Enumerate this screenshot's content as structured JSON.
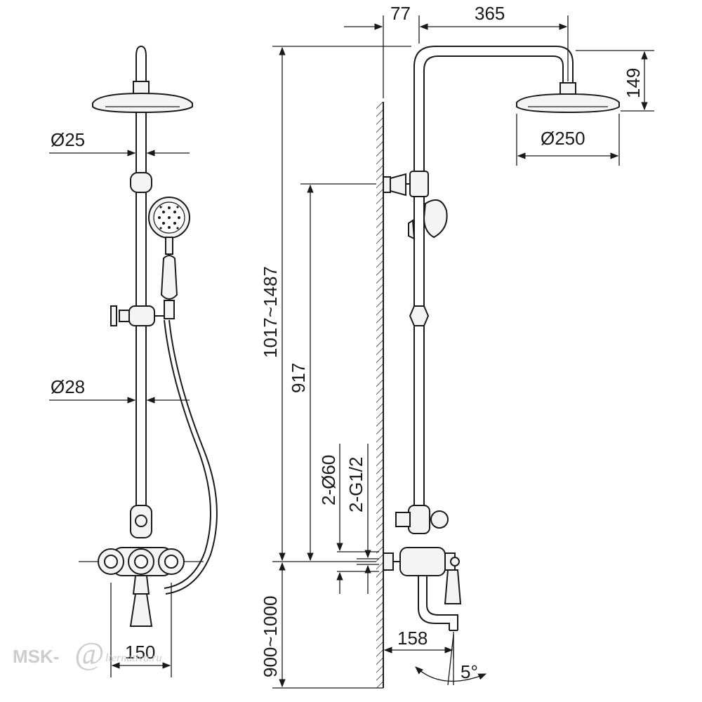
{
  "front_view": {
    "dims": {
      "d25": "Ø25",
      "d28": "Ø28",
      "w150": "150"
    }
  },
  "side_view": {
    "dims": {
      "d77": "77",
      "d365": "365",
      "d149": "149",
      "d250": "Ø250",
      "d1017": "1017~1487",
      "d917": "917",
      "d2d60": "2-Ø60",
      "d2g12": "2-G1/2",
      "d900": "900~1000",
      "d158": "158",
      "a5": "5°"
    }
  },
  "watermark": {
    "brand": "MSK-",
    "at": "@",
    "suffix": "lternativa.ru"
  }
}
